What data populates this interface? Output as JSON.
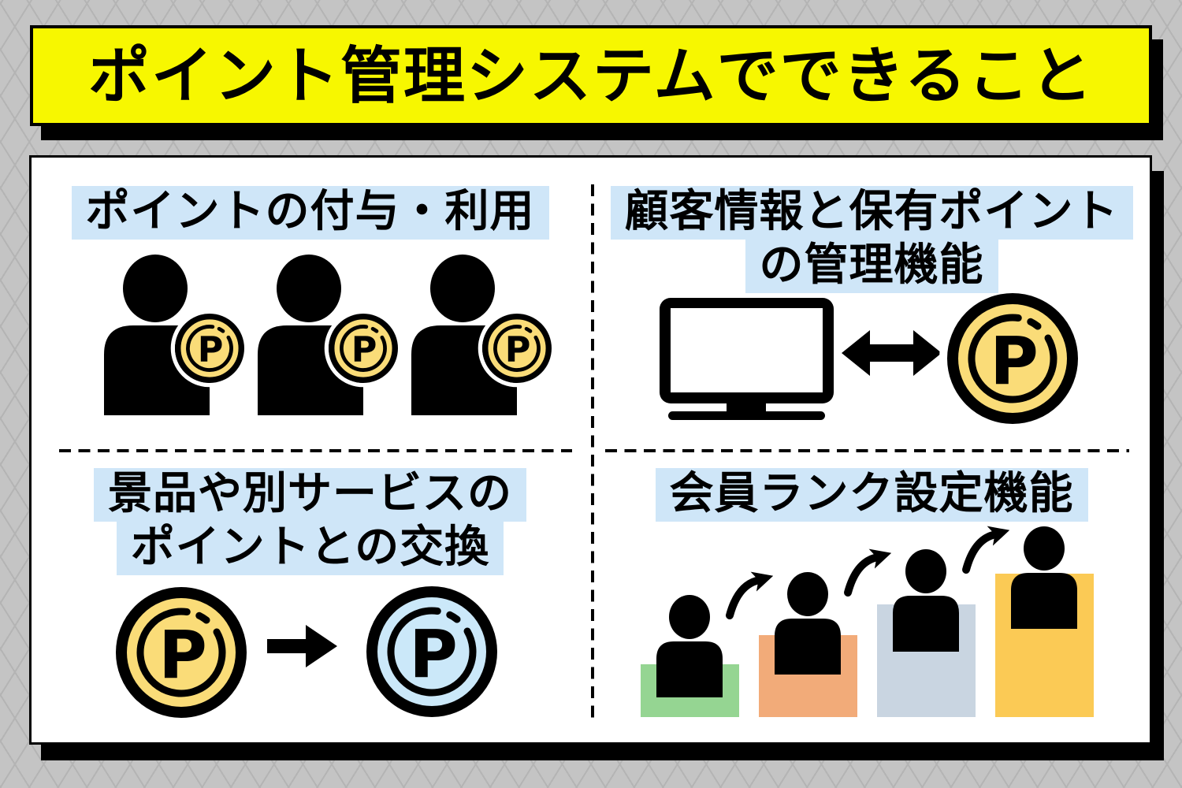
{
  "banner": {
    "title": "ポイント管理システムでできること"
  },
  "card": {
    "quadrants": [
      {
        "name": "point-grant-use",
        "title_lines": [
          "ポイントの付与・利用"
        ],
        "icons": [
          "user-icon",
          "point-coin-icon"
        ]
      },
      {
        "name": "customer-info-management",
        "title_lines": [
          "顧客情報と保有ポイント",
          "の管理機能"
        ],
        "icons": [
          "monitor-icon",
          "sync-arrows-icon",
          "point-coin-icon"
        ]
      },
      {
        "name": "point-exchange",
        "title_lines": [
          "景品や別サービスの",
          "ポイントとの交換"
        ],
        "icons": [
          "point-coin-icon",
          "arrow-right-icon",
          "point-coin-blue-icon"
        ]
      },
      {
        "name": "member-rank-setting",
        "title_lines": [
          "会員ランク設定機能"
        ],
        "icons": [
          "user-icon",
          "rank-bar",
          "rank-up-arrow-icon"
        ]
      }
    ]
  },
  "coin": {
    "letter": "P"
  },
  "colors": {
    "banner_yellow": "#f7f700",
    "card_bg": "#ffffff",
    "ink": "#000000",
    "highlight_blue": "#cfe6f8",
    "coin_yellow": "#fadc78",
    "coin_blue": "#cbe8f9",
    "bar_green": "#95d592",
    "bar_orange": "#f2ab79",
    "bar_bluegray": "#c9d5e1",
    "bar_gold": "#fbca55",
    "bg_gray": "#c4c4c4",
    "bg_line": "#b4b4b4"
  }
}
